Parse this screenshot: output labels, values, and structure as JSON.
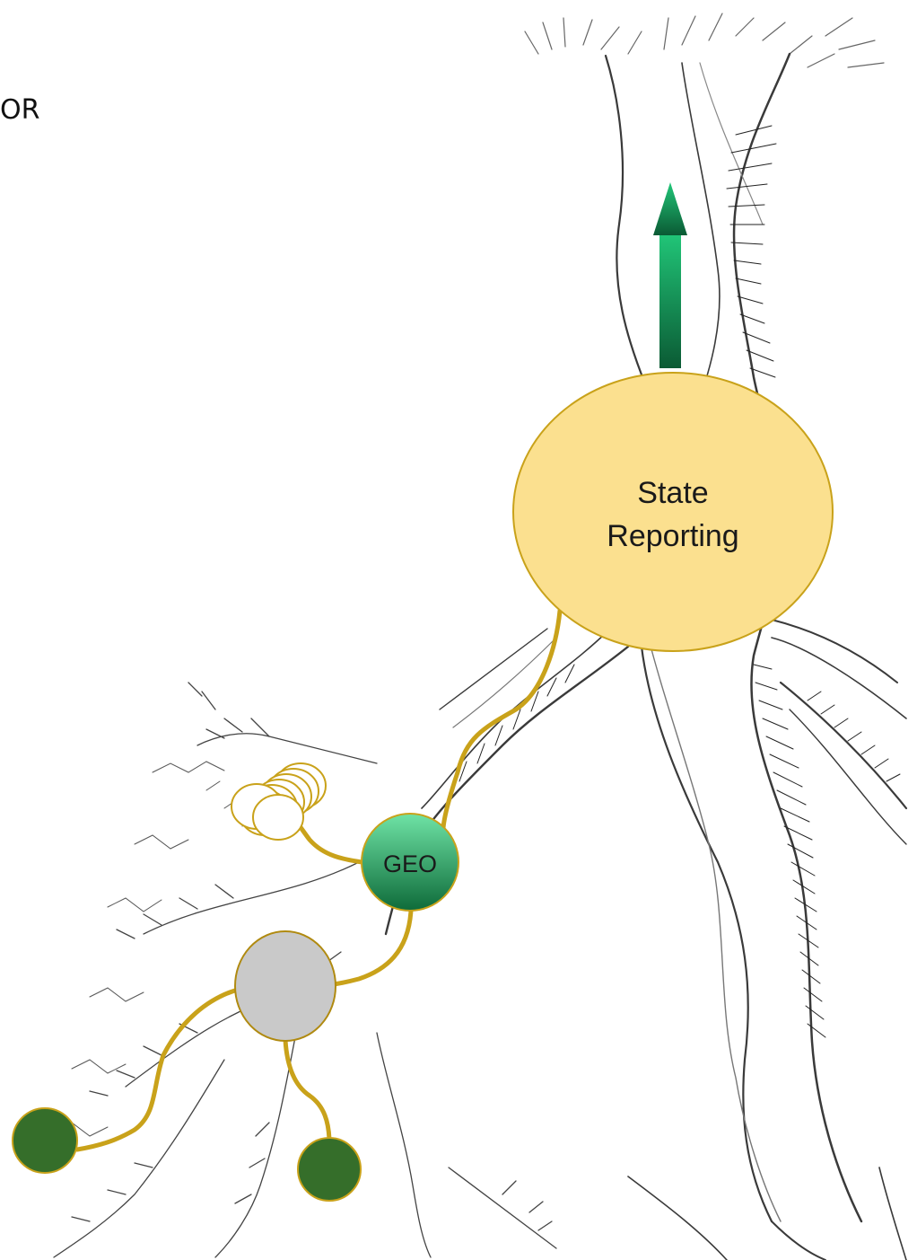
{
  "corner_text": "OR",
  "nodes": {
    "state_reporting": {
      "label_line1": "State",
      "label_line2": "Reporting",
      "fill": "#fbe08f",
      "stroke": "#c9a21a"
    },
    "geo": {
      "label": "GEO",
      "fill_top": "#6fe3a6",
      "fill_bottom": "#0e6b3a"
    },
    "intermediate": {
      "fill": "#c9c9c9",
      "stroke": "#b08a10"
    },
    "leaf_left": {
      "fill": "#356e2a"
    },
    "leaf_right": {
      "fill": "#356e2a"
    },
    "stack": {
      "fill": "#ffffff",
      "stroke": "#c9a21a"
    }
  },
  "connector_color": "#c9a21a",
  "arrow": {
    "fill_top": "#21c779",
    "fill_bottom": "#0b5a34"
  },
  "background_illustration": "root-tree-sketch"
}
